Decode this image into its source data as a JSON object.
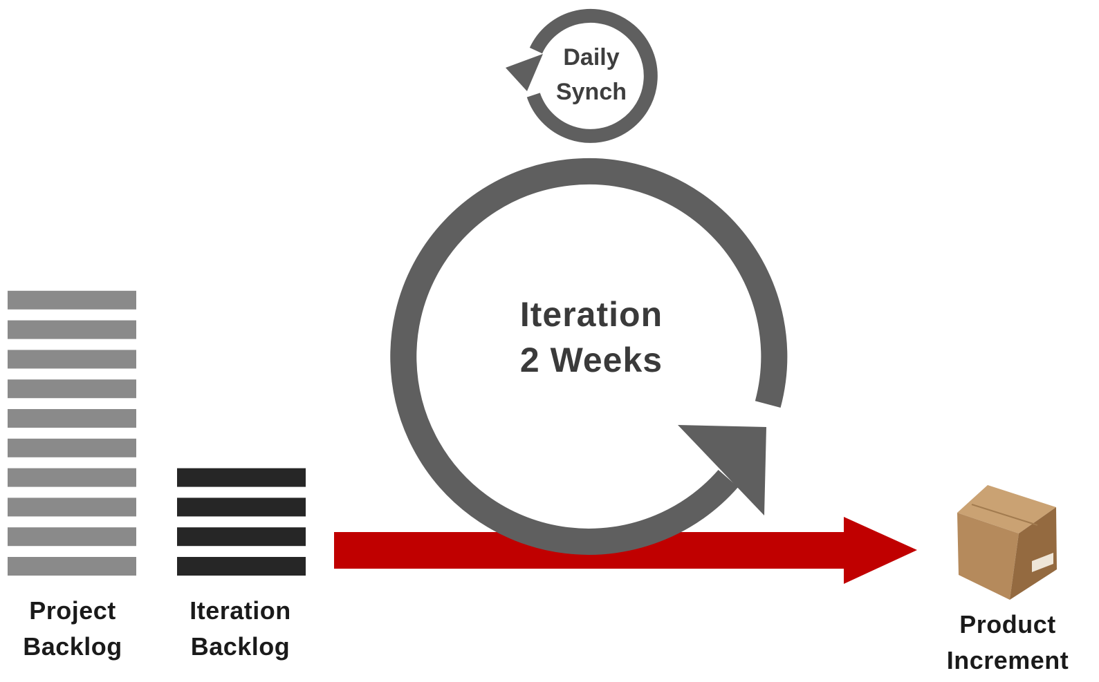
{
  "colors": {
    "cycle_gray": "#5f5f5f",
    "project_backlog_bar": "#8a8a8a",
    "iteration_backlog_bar": "#262626",
    "flow_arrow_red": "#c00000",
    "box_light": "#b58a5c",
    "box_dark": "#946a40",
    "box_top": "#caa273"
  },
  "project_backlog": {
    "bar_count": 10,
    "label_line1": "Project",
    "label_line2": "Backlog"
  },
  "iteration_backlog": {
    "bar_count": 4,
    "label_line1": "Iteration",
    "label_line2": "Backlog"
  },
  "daily_synch": {
    "line1": "Daily",
    "line2": "Synch"
  },
  "iteration": {
    "line1": "Iteration",
    "line2": "2 Weeks"
  },
  "product_increment": {
    "label_line1": "Product",
    "label_line2": "Increment"
  }
}
